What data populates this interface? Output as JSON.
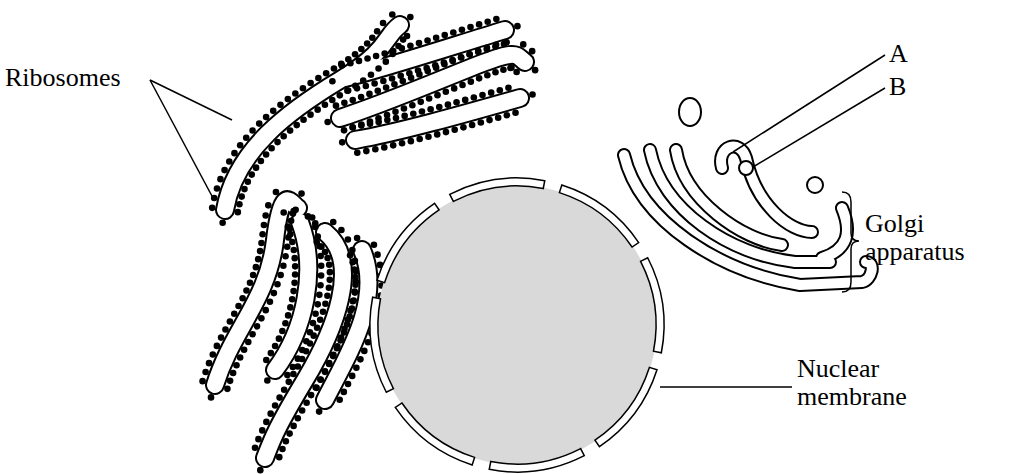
{
  "diagram": {
    "labels": [
      "Ribosomes",
      "A",
      "B",
      "Golgi apparatus",
      "Nuclear membrane"
    ]
  }
}
